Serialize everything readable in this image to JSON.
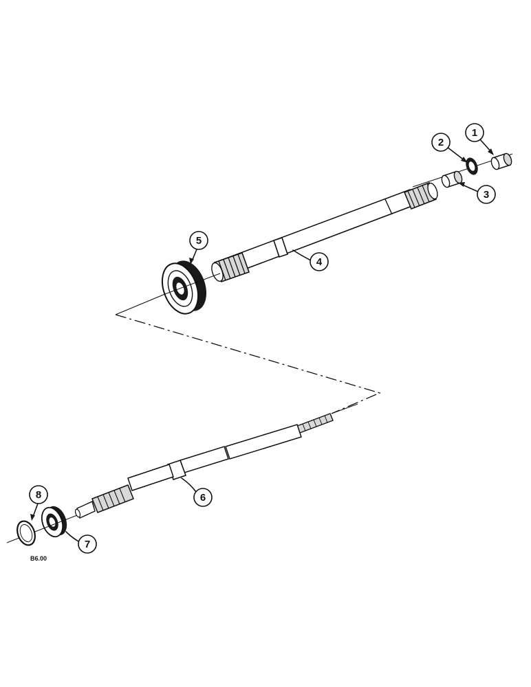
{
  "callouts": [
    {
      "id": "1",
      "label": "1"
    },
    {
      "id": "2",
      "label": "2"
    },
    {
      "id": "3",
      "label": "3"
    },
    {
      "id": "4",
      "label": "4"
    },
    {
      "id": "5",
      "label": "5"
    },
    {
      "id": "6",
      "label": "6"
    },
    {
      "id": "7",
      "label": "7"
    },
    {
      "id": "8",
      "label": "8"
    }
  ],
  "figure_code": "B6.00"
}
